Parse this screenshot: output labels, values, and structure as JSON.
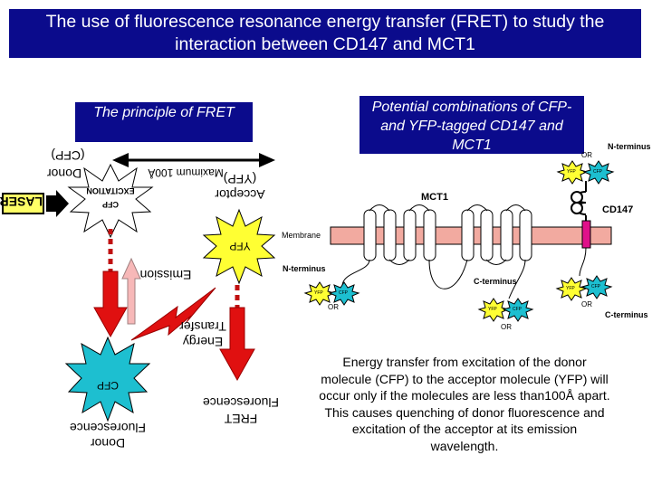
{
  "title": "The use of fluorescence resonance energy transfer (FRET) to study the interaction between CD147 and MCT1",
  "principle_label": "The principle of FRET",
  "combinations_label": "Potential combinations of CFP- and YFP-tagged CD147 and MCT1",
  "laser": "LASER",
  "excitation": "EXCITATION",
  "donor_top": "Donor",
  "cfp_paren": "(CFP)",
  "maximum": "Maximum 100Å",
  "acceptor": "Acceptor",
  "yfp_paren": "(YFP)",
  "cfp": "CFP",
  "yfp": "YFP",
  "emission": "Emission",
  "energy_transfer_line1": "Energy",
  "energy_transfer_line2": "Transfer",
  "donor_fluorescence_line1": "Donor",
  "donor_fluorescence_line2": "Fluorescence",
  "fret_fluorescence_line1": "FRET",
  "fret_fluorescence_line2": "Fluorescence",
  "mct1": "MCT1",
  "cd147": "CD147",
  "membrane": "Membrane",
  "n_terminus": "N-terminus",
  "c_terminus": "C-terminus",
  "or": "OR",
  "description": "Energy transfer from excitation of the donor molecule (CFP) to the acceptor molecule (YFP) will occur only if the molecules are less than100Å apart. This causes quenching of donor fluorescence and excitation of the acceptor at its emission wavelength.",
  "colors": {
    "header_bg": "#0b0b8c",
    "cfp": "#1dbfd0",
    "yfp": "#ffff33",
    "arrow_red": "#e01010",
    "membrane": "#f2aaa0",
    "cd147": "#e0108a",
    "laser_bg": "#ffff66"
  }
}
